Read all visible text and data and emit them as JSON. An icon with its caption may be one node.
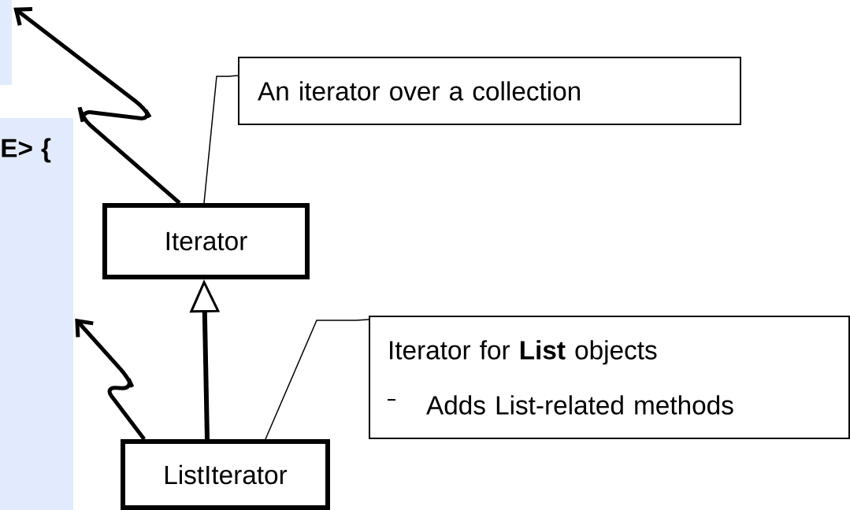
{
  "diagram": {
    "nodes": [
      {
        "text": [],
        "shape": "box"
      },
      {
        "text": [
          "E> {"
        ]
      },
      {
        "text": [
          "Iterator"
        ]
      },
      {
        "text": [
          "ListIterator"
        ]
      },
      {
        "text": [
          "An iterator over a collection"
        ]
      },
      {
        "text": [
          "Iterator for **List** objects",
          "Adds List-related methods"
        ]
      }
    ],
    "edges": [
      {
        "from": 2,
        "to": 0,
        "arrow": "to"
      },
      {
        "from": 3,
        "to": 1,
        "arrow": "to"
      },
      {
        "from": 3,
        "to": 2,
        "arrow": "to"
      },
      {
        "from": 4,
        "to": 2,
        "arrow": "none"
      },
      {
        "from": 5,
        "to": 3,
        "arrow": "none"
      }
    ]
  }
}
